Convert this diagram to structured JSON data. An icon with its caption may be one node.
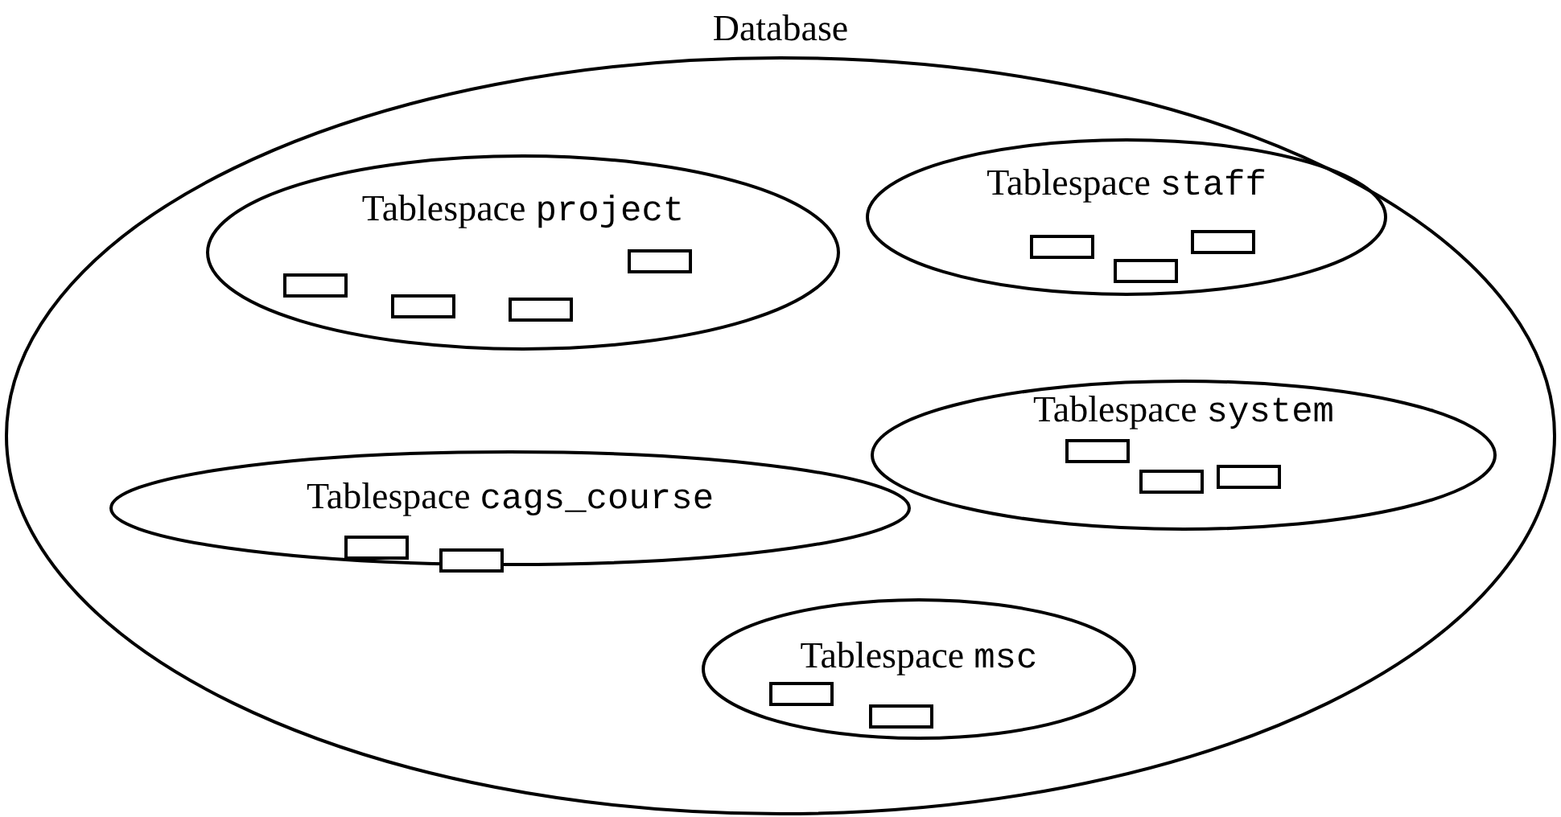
{
  "diagram": {
    "nodes": [
      {
        "text": [
          "Database"
        ]
      },
      {
        "text": [
          "Tablespace",
          "project"
        ],
        "in": 0
      },
      {
        "text": [],
        "shape": "box",
        "in": 1
      },
      {
        "text": [],
        "shape": "box",
        "in": 1
      },
      {
        "text": [],
        "shape": "box",
        "in": 1
      },
      {
        "text": [],
        "shape": "box",
        "in": 1
      },
      {
        "text": [
          "Tablespace",
          "staff"
        ],
        "in": 0
      },
      {
        "text": [],
        "shape": "box",
        "in": 6
      },
      {
        "text": [],
        "shape": "box",
        "in": 6
      },
      {
        "text": [],
        "shape": "box",
        "in": 6
      },
      {
        "text": [
          "Tablespace",
          "system"
        ],
        "in": 0
      },
      {
        "text": [],
        "shape": "box",
        "in": 10
      },
      {
        "text": [],
        "shape": "box",
        "in": 10
      },
      {
        "text": [],
        "shape": "box",
        "in": 10
      },
      {
        "text": [
          "Tablespace",
          "cags_course"
        ],
        "in": 0
      },
      {
        "text": [],
        "shape": "box",
        "in": 14
      },
      {
        "text": [],
        "shape": "box",
        "in": 14
      },
      {
        "text": [
          "Tablespace",
          "msc"
        ],
        "in": 0
      },
      {
        "text": [],
        "shape": "box",
        "in": 17
      },
      {
        "text": [],
        "shape": "box",
        "in": 17
      }
    ]
  }
}
